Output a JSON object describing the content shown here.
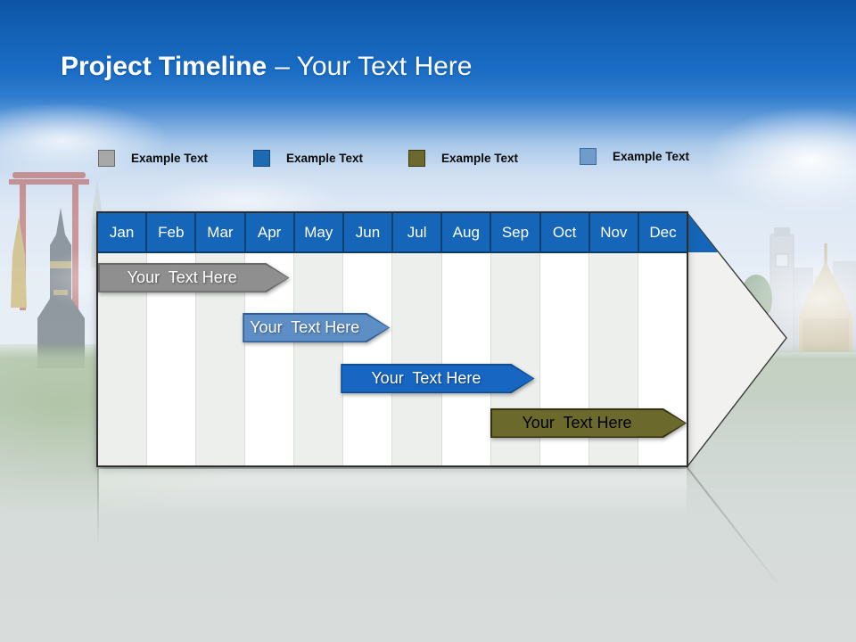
{
  "slide": {
    "title_bold": "Project Timeline",
    "title_rest": "– Your Text Here"
  },
  "colors": {
    "month_header": "#1565B8",
    "month_divider": "#10406F",
    "arrow_fill": "#F1F1EF",
    "table_stripe": "#EDEFED",
    "header_gradient_top": "#0E54A6",
    "header_gradient_mid": "#2E7CCE"
  },
  "chart_data": {
    "type": "gantt",
    "title": "Project Timeline – Your Text Here",
    "categories": [
      "Jan",
      "Feb",
      "Mar",
      "Apr",
      "May",
      "Jun",
      "Jul",
      "Aug",
      "Sep",
      "Oct",
      "Nov",
      "Dec"
    ],
    "x_range_months": [
      0,
      12
    ],
    "gridlines": "alternating monthly column stripes",
    "legend": {
      "position": "top",
      "entries": [
        {
          "label": "Example Text",
          "color": "#A8A8A8",
          "border": "#6B6B6B"
        },
        {
          "label": "Example Text",
          "color": "#1C6BB2",
          "border": "#114A80"
        },
        {
          "label": "Example Text",
          "color": "#6C692C",
          "border": "#3A380F"
        },
        {
          "label": "Example Text",
          "color": "#6F9CC9",
          "border": "#3C6EA5"
        }
      ]
    },
    "tasks": [
      {
        "label": "Your  Text Here",
        "start_month": 0.0,
        "end_month": 3.9,
        "fill": "#8F8F8F",
        "border": "#6A6A6A",
        "text_color": "#FFFFFF"
      },
      {
        "label": "Your  Text Here",
        "start_month": 2.95,
        "end_month": 5.95,
        "fill": "#5D8FC6",
        "border": "#2F5F96",
        "text_color": "#FFFFFF"
      },
      {
        "label": "Your  Text Here",
        "start_month": 4.95,
        "end_month": 8.9,
        "fill": "#1766C2",
        "border": "#0F4E8F",
        "text_color": "#FFFFFF"
      },
      {
        "label": "Your  Text Here",
        "start_month": 8.0,
        "end_month": 12.0,
        "fill": "#6C692C",
        "border": "#33310E",
        "text_color": "#000000"
      }
    ]
  }
}
